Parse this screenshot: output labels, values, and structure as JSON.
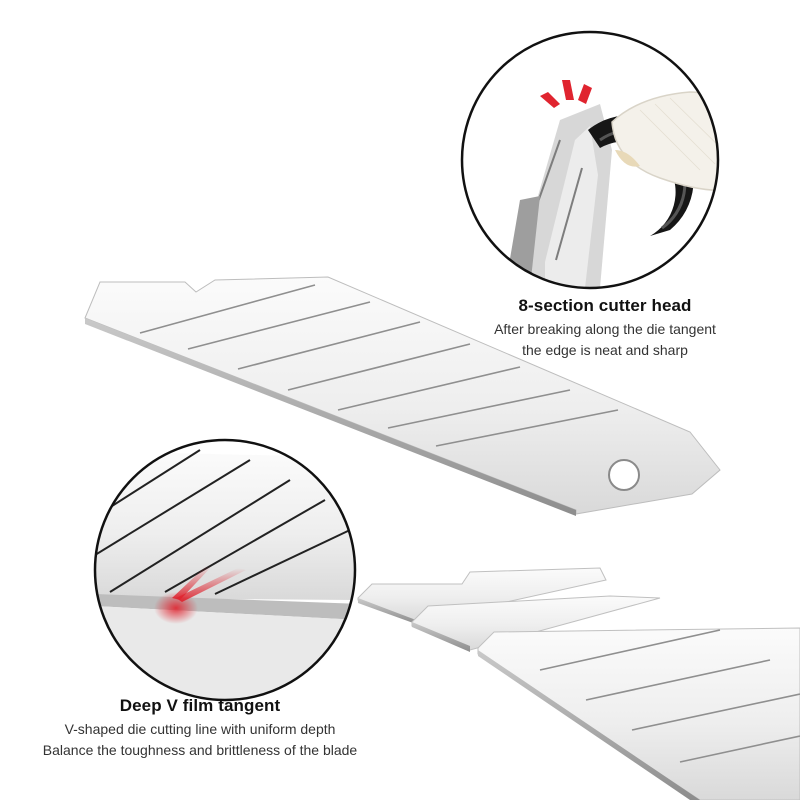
{
  "captions": {
    "top": {
      "title": "8-section cutter head",
      "line1": "After breaking along the die tangent",
      "line2": "the edge is neat and sharp"
    },
    "bottom": {
      "title": "Deep V film tangent",
      "line1": "V-shaped die cutting line with uniform depth",
      "line2": "Balance the toughness and brittleness of the blade"
    }
  },
  "colors": {
    "blade_light": "#f2f2f2",
    "blade_mid": "#cfcfcf",
    "blade_dark": "#9a9a9a",
    "edge": "#8a8a8a",
    "glove": "#f4f1ea",
    "highlight_red": "#e0242f",
    "circle_border": "#111111"
  },
  "icons": {
    "break_marks": "red-spark-marks-icon",
    "v_cut": "red-v-notch-icon"
  }
}
